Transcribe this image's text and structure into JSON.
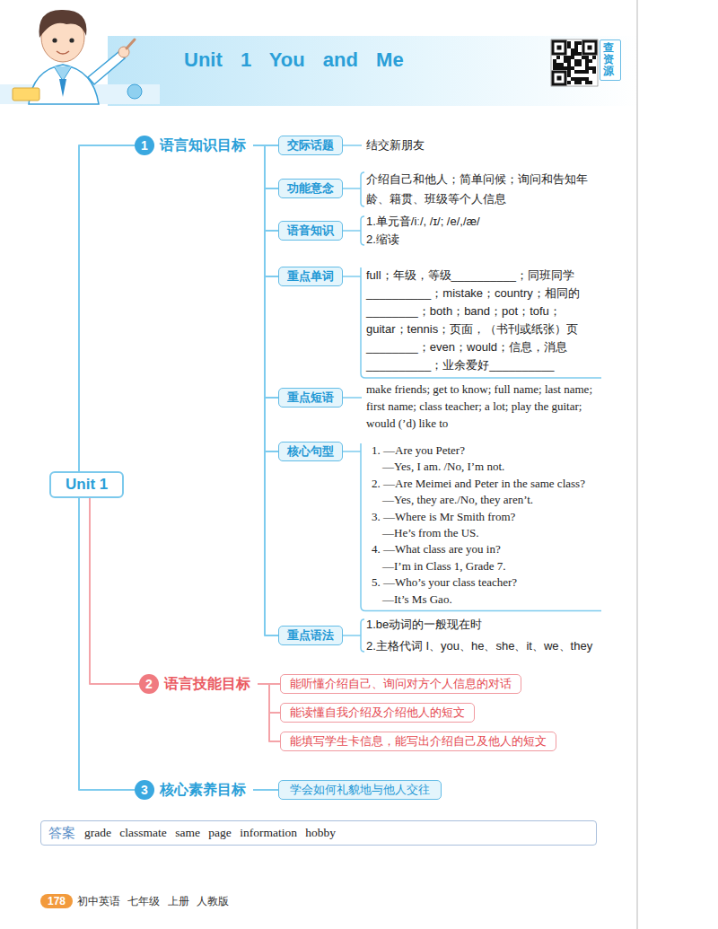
{
  "diagram": {
    "title": "Unit 1 You and Me",
    "nodes": [
      {
        "text": [
          "查资源"
        ]
      },
      {
        "text": [
          "Unit 1"
        ]
      },
      {
        "text": [
          "1",
          "语言知识目标"
        ]
      },
      {
        "text": [
          "交际话题"
        ]
      },
      {
        "text": [
          "功能意念"
        ]
      },
      {
        "text": [
          "语音知识"
        ]
      },
      {
        "text": [
          "重点单词"
        ]
      },
      {
        "text": [
          "重点短语"
        ]
      },
      {
        "text": [
          "核心句型"
        ]
      },
      {
        "text": [
          "重点语法"
        ]
      },
      {
        "text": [
          "2",
          "语言技能目标"
        ]
      },
      {
        "text": [
          "能听懂介绍自己、询问对方个人信息的对话"
        ]
      },
      {
        "text": [
          "能读懂自我介绍及介绍他人的短文"
        ]
      },
      {
        "text": [
          "能填写学生卡信息，能写出介绍自己及他人的短文"
        ]
      },
      {
        "text": [
          "3",
          "核心素养目标"
        ]
      },
      {
        "text": [
          "学会如何礼貌地与他人交往"
        ]
      },
      {
        "text": [
          "答案",
          "grade classmate same page information hobby"
        ]
      },
      {
        "text": [
          "178"
        ]
      }
    ],
    "edges": [
      {
        "from": 1,
        "to": 2,
        "arrow": "none"
      },
      {
        "from": 1,
        "to": 10,
        "arrow": "none"
      },
      {
        "from": 1,
        "to": 14,
        "arrow": "none"
      },
      {
        "from": 2,
        "to": 3,
        "arrow": "none"
      },
      {
        "from": 2,
        "to": 4,
        "arrow": "none"
      },
      {
        "from": 2,
        "to": 5,
        "arrow": "none"
      },
      {
        "from": 2,
        "to": 6,
        "arrow": "none"
      },
      {
        "from": 2,
        "to": 7,
        "arrow": "none"
      },
      {
        "from": 2,
        "to": 8,
        "arrow": "none"
      },
      {
        "from": 2,
        "to": 9,
        "arrow": "none"
      },
      {
        "from": 10,
        "to": 11,
        "arrow": "none"
      },
      {
        "from": 10,
        "to": 12,
        "arrow": "none"
      },
      {
        "from": 10,
        "to": 13,
        "arrow": "none"
      },
      {
        "from": 14,
        "to": 15,
        "arrow": "none"
      }
    ],
    "labels": [
      "结交新朋友",
      "介绍自己和他人；简单问候；询问和告知年龄、籍贯、班级等个人信息",
      "1.单元音/iː/, /ɪ/; /e/,/æ/",
      "2.缩读",
      "full；年级，等级__________；同班同学__________；mistake；country；相同的________；both；band；pot；tofu；guitar；tennis；页面，（书刊或纸张）页________；even；would；信息，消息__________；业余爱好__________",
      "make friends; get to know; full name; last name; first name; class teacher; a lot; play the guitar; would (’d) like to",
      "1. —Are you Peter?",
      "—Yes, I am. /No, I’m not.",
      "2. —Are Meimei and Peter in the same class?",
      "—Yes, they are./No, they aren’t.",
      "3. —Where is Mr Smith from?",
      "—He’s from the US.",
      "4. —What class are you in?",
      "—I’m in Class 1, Grade 7.",
      "5. —Who’s your class teacher?",
      "—It’s Ms Gao.",
      "1.be动词的一般现在时",
      "2.主格代词 I、you、he、she、it、we、they",
      "初中英语 七年级 上册 人教版"
    ]
  }
}
